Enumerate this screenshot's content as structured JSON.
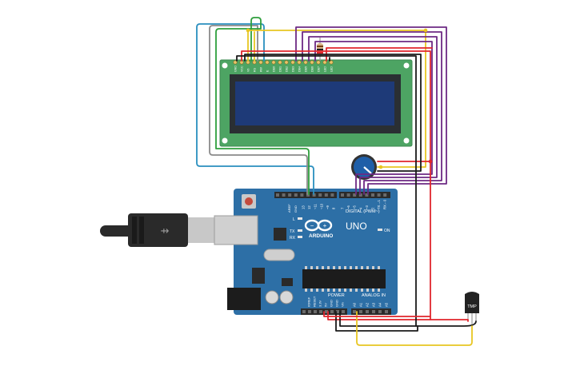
{
  "colors": {
    "lcd_pcb": "#4da463",
    "lcd_bezel": "#2a2f33",
    "lcd_screen": "#1e3a78",
    "arduino_pcb": "#2d6fa6",
    "header": "#2b2b2b",
    "wire_red": "#e0262d",
    "wire_black": "#1a1a1a",
    "wire_yellow": "#e8c622",
    "wire_purple": "#6d2a84",
    "wire_green": "#2e9e3c",
    "wire_gray": "#8a8a8a",
    "wire_blue": "#2a8fbf",
    "pot_body": "#1f5fa8",
    "usb_plug": "#2a2a2a",
    "usb_metal": "#c8c8c8"
  },
  "lcd": {
    "pin_labels": [
      "GND",
      "VCC",
      "V0",
      "RS",
      "RW",
      "E",
      "DB0",
      "DB1",
      "DB2",
      "DB3",
      "DB4",
      "DB5",
      "DB6",
      "DB7",
      "LED",
      "LED"
    ]
  },
  "arduino": {
    "logo_text": "ARDUINO",
    "model": "UNO",
    "on_label": "ON",
    "digital_label": "DIGITAL (PWM~)",
    "power_label": "POWER",
    "analog_label": "ANALOG IN",
    "aref": "AREF",
    "gnd": "GND",
    "digital_pins": [
      "13",
      "12",
      "~11",
      "~10",
      "~9",
      "8",
      "7",
      "~6",
      "~5",
      "4",
      "~3",
      "2",
      "TX→1",
      "RX←0"
    ],
    "power_pins": [
      "IOREF",
      "RESET",
      "3.3V",
      "5V",
      "GND",
      "GND",
      "Vin"
    ],
    "analog_pins": [
      "A0",
      "A1",
      "A2",
      "A3",
      "A4",
      "A5"
    ],
    "led_l": "L",
    "led_tx": "TX",
    "led_rx": "RX"
  },
  "sensor": {
    "label": "TMP"
  }
}
